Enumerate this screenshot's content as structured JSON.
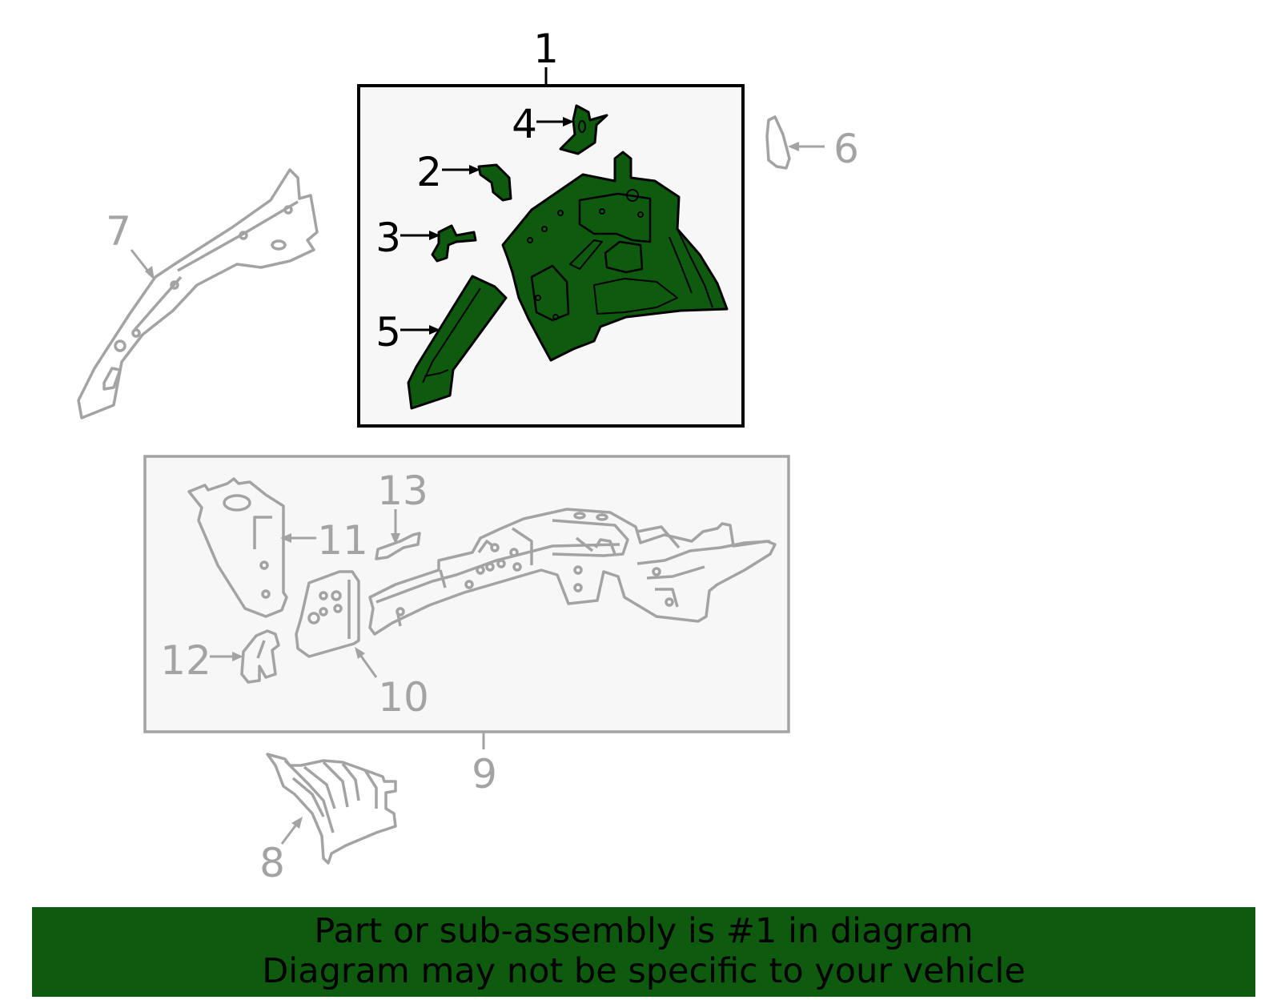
{
  "diagram": {
    "colors": {
      "highlight_fill": "#0e5a0e",
      "highlight_stroke": "#000000",
      "inactive_stroke": "#a3a3a3",
      "box_fill": "#f7f7f7",
      "banner_bg": "#0e5a0e"
    },
    "callouts": {
      "c1": "1",
      "c2": "2",
      "c3": "3",
      "c4": "4",
      "c5": "5",
      "c6": "6",
      "c7": "7",
      "c8": "8",
      "c9": "9",
      "c10": "10",
      "c11": "11",
      "c12": "12",
      "c13": "13"
    }
  },
  "banner": {
    "line1": "Part or sub-assembly is #1 in diagram",
    "line2": "Diagram may not be specific to your vehicle"
  }
}
